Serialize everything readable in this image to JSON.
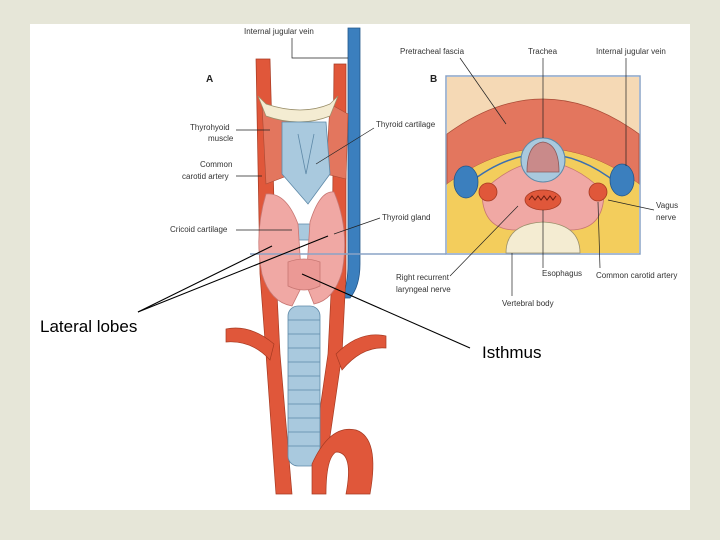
{
  "panels": {
    "a": "A",
    "b": "B"
  },
  "labels_a": {
    "internal_jugular_vein": "Internal jugular vein",
    "thyrohyoid_1": "Thyrohyoid",
    "thyrohyoid_2": "muscle",
    "common_carotid_1": "Common",
    "common_carotid_2": "carotid artery",
    "thyroid_cartilage": "Thyroid cartilage",
    "cricoid_cartilage": "Cricoid cartilage",
    "thyroid_gland": "Thyroid gland"
  },
  "labels_b": {
    "pretracheal_fascia": "Pretracheal fascia",
    "trachea": "Trachea",
    "internal_jugular_vein": "Internal jugular vein",
    "vagus_1": "Vagus",
    "vagus_2": "nerve",
    "right_recurrent_1": "Right recurrent",
    "right_recurrent_2": "laryngeal nerve",
    "esophagus": "Esophagus",
    "vertebral_body": "Vertebral body",
    "common_carotid_artery": "Common carotid artery"
  },
  "annotations": {
    "lateral_lobes": "Lateral lobes",
    "isthmus": "Isthmus"
  },
  "colors": {
    "artery": "#e0573a",
    "vein": "#3b7fbe",
    "thyroid": "#f0a8a4",
    "cartilage": "#a9c9de",
    "muscle": "#e3765e",
    "fat": "#f3cd5c",
    "background": "#e6e6d8"
  }
}
